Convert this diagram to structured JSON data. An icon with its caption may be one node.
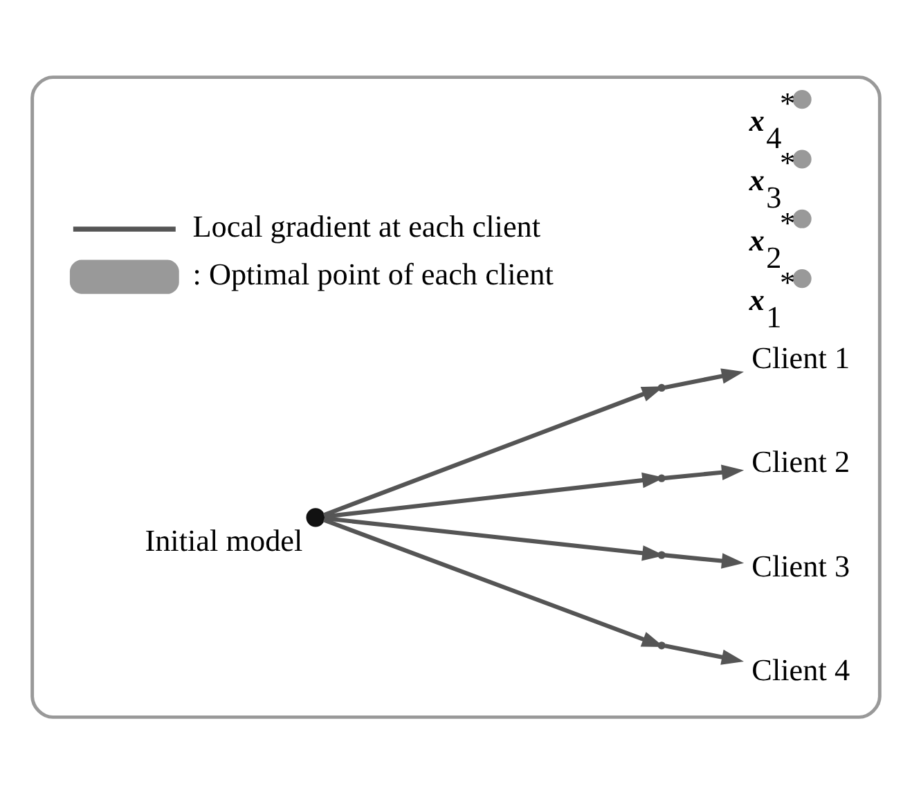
{
  "diagram": {
    "nodes": [
      {
        "text": [],
        "shape": "box"
      },
      {
        "text": [],
        "shape": "circle",
        "beside": [
          "Initial model"
        ],
        "in": 0
      },
      {
        "text": [],
        "shape": "point",
        "in": 0
      },
      {
        "text": [],
        "shape": "point",
        "in": 0
      },
      {
        "text": [],
        "shape": "point",
        "in": 0
      },
      {
        "text": [],
        "shape": "point",
        "in": 0
      },
      {
        "text": [
          "Client 1"
        ],
        "in": 0
      },
      {
        "text": [
          "Client 2"
        ],
        "in": 0
      },
      {
        "text": [
          "Client 3"
        ],
        "in": 0
      },
      {
        "text": [
          "Client 4"
        ],
        "in": 0
      },
      {
        "text": [],
        "shape": "circle",
        "beside": [
          "**x**$_{1}$$^{*}$"
        ],
        "in": 0
      },
      {
        "text": [],
        "shape": "circle",
        "beside": [
          "**x**$_{2}$$^{*}$"
        ],
        "in": 0
      },
      {
        "text": [],
        "shape": "circle",
        "beside": [
          "**x**$_{3}$$^{*}$"
        ],
        "in": 0
      },
      {
        "text": [],
        "shape": "circle",
        "beside": [
          "**x**$_{4}$$^{*}$"
        ],
        "in": 0
      }
    ],
    "edges": [
      {
        "from": 1,
        "to": 2,
        "arrow": "to"
      },
      {
        "from": 2,
        "to": 6,
        "arrow": "to"
      },
      {
        "from": 1,
        "to": 3,
        "arrow": "to"
      },
      {
        "from": 3,
        "to": 7,
        "arrow": "to"
      },
      {
        "from": 1,
        "to": 4,
        "arrow": "to"
      },
      {
        "from": 4,
        "to": 8,
        "arrow": "to"
      },
      {
        "from": 1,
        "to": 5,
        "arrow": "to"
      },
      {
        "from": 5,
        "to": 9,
        "arrow": "to"
      }
    ],
    "legend": [
      {
        "text": "Local gradient at each client"
      },
      {
        "text": ": Optimal point of each client"
      }
    ]
  }
}
